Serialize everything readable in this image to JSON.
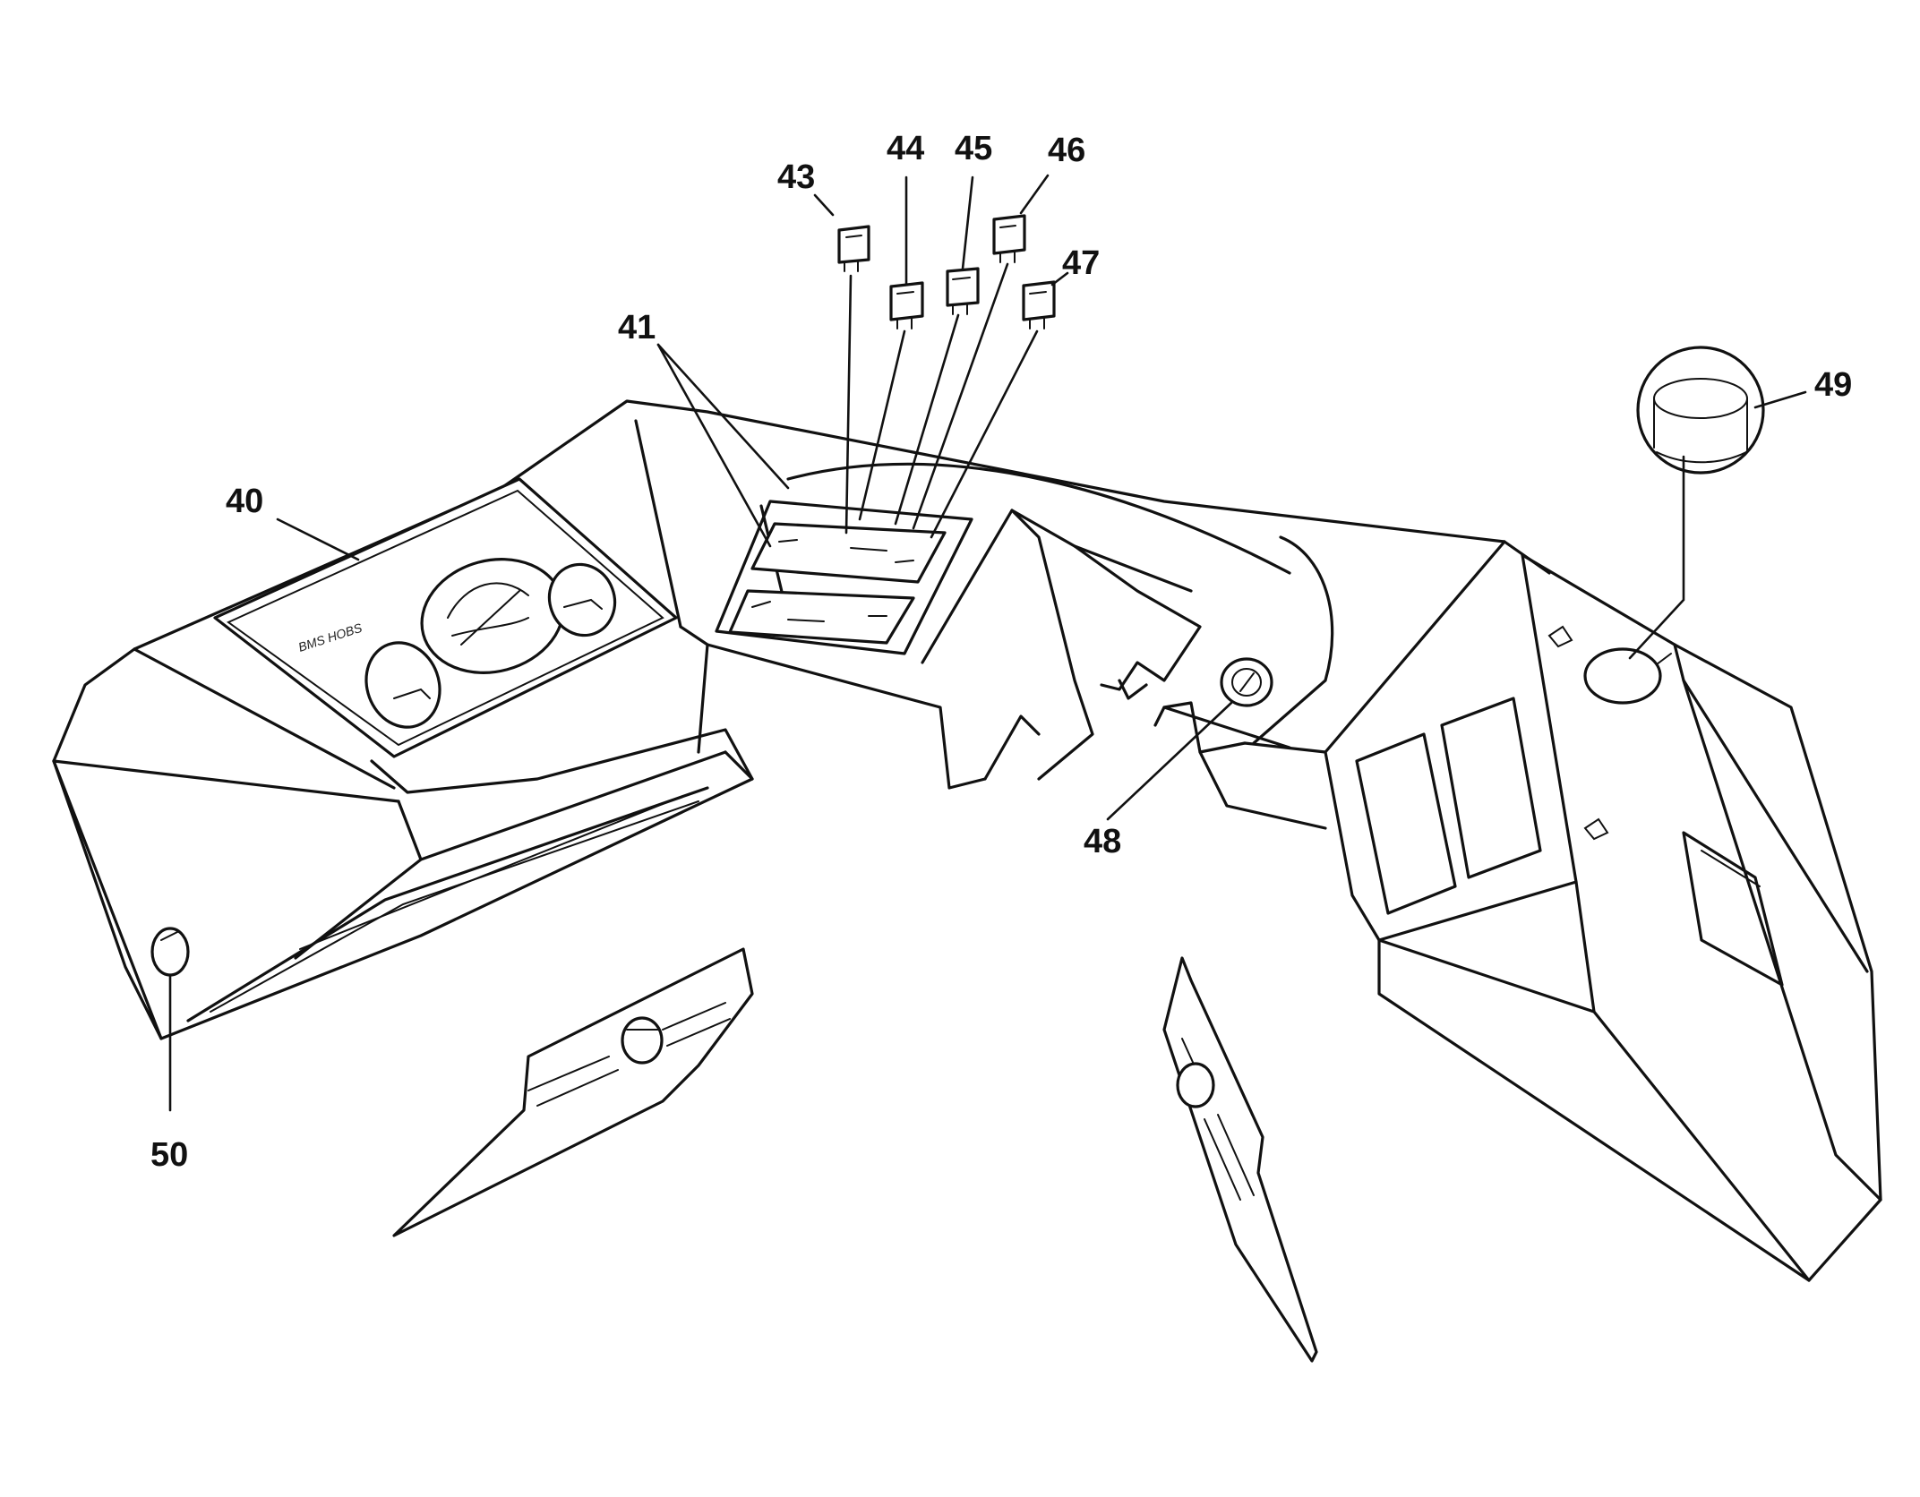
{
  "diagram": {
    "callouts": [
      {
        "id": "40",
        "label": "40"
      },
      {
        "id": "41",
        "label": "41"
      },
      {
        "id": "43",
        "label": "43"
      },
      {
        "id": "44",
        "label": "44"
      },
      {
        "id": "45",
        "label": "45"
      },
      {
        "id": "46",
        "label": "46"
      },
      {
        "id": "47",
        "label": "47"
      },
      {
        "id": "48",
        "label": "48"
      },
      {
        "id": "49",
        "label": "49"
      },
      {
        "id": "50",
        "label": "50"
      }
    ],
    "logo_text": "BMS HOBS"
  },
  "colors": {
    "ink": "#111111",
    "background": "#ffffff"
  }
}
